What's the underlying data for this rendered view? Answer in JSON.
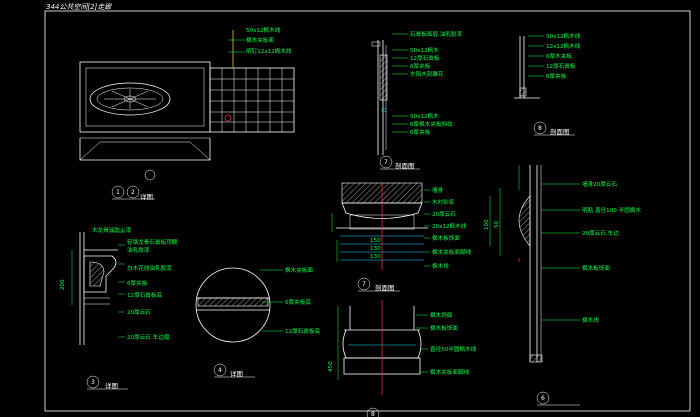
{
  "sheet_title": "344公共空间[2]走廊",
  "views": {
    "v1": {
      "nums": [
        "1",
        "2"
      ],
      "title": "详图",
      "labels": [
        "50x12枫木线",
        "枫木夹板面",
        "明钉12x12枫木线"
      ]
    },
    "v2": {
      "num": "7",
      "title": "剖面图",
      "labels": [
        "石膏板面层,油乳胶漆",
        "50x12枫木",
        "12厚石膏板",
        "6厚夹板",
        "东阳木刻雕花",
        "50x12枫木",
        "6厚枫木夹板斜纹",
        "6厚夹板"
      ]
    },
    "v3": {
      "num": "8",
      "title": "剖面图",
      "labels": [
        "50x12枫木线",
        "12x12枫木线",
        "6厚木夹板",
        "12厚石膏板",
        "6厚夹板"
      ]
    },
    "v4": {
      "num": "3",
      "title": "详图",
      "labels": [
        "木龙骨涂防火漆",
        "轻钢龙骨石膏板顶棚",
        "油乳胶漆",
        "白木花线油乳胶漆",
        "6厚夹板",
        "12厚石膏板底",
        "20厚云石",
        "20厚云石 车边磨"
      ]
    },
    "v5": {
      "num": "4",
      "title": "详图",
      "labels": [
        "枫木夹板面",
        "6厚夹板底",
        "12厚石膏板底"
      ]
    },
    "v6": {
      "num": "7",
      "title": "剖面图",
      "labels": [
        "墙身",
        "木衬砂浆",
        "20厚云石",
        "20x12枫木线",
        "枫木板饰面",
        "枫木夹板面脚线",
        "枫木线"
      ],
      "dims": [
        "150",
        "130",
        "130"
      ]
    },
    "v7": {
      "num": "8",
      "labels": [
        "枫木饰面",
        "枫木板饰面",
        "直径50半圆枫木线",
        "枫木夹板面脚线"
      ],
      "dims": [
        "450"
      ]
    },
    "v8": {
      "num": "6",
      "labels": [
        "墙身20厚云石",
        "明贴 直径100 半圆枫木",
        "20厚云石,车边",
        "枫木板饰面",
        "枫木线"
      ],
      "dims": [
        "100",
        "50"
      ]
    }
  }
}
